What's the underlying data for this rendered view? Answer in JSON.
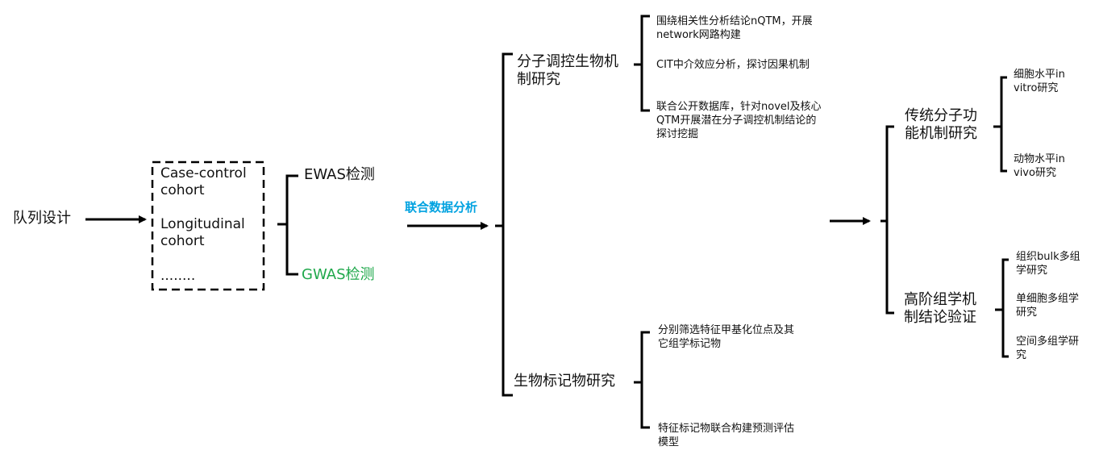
{
  "root": "队列设计",
  "cohort_box": {
    "items": [
      "Case-control\ncohort",
      "Longitudinal\ncohort",
      "........"
    ]
  },
  "detection": {
    "ewas": "EWAS检测",
    "gwas": "GWAS检测"
  },
  "arrow_label": "联合数据分析",
  "branches": {
    "molecular": {
      "title": "分子调控生物机\n制研究",
      "items": [
        "围绕相关性分析结论nQTM，开展\nnetwork网路构建",
        "CIT中介效应分析，探讨因果机制",
        "联合公开数据库，针对novel及核心\nQTM开展潜在分子调控机制结论的\n探讨挖掘"
      ]
    },
    "biomarker": {
      "title": "生物标记物研究",
      "items": [
        "分别筛选特征甲基化位点及其\n它组学标记物",
        "特征标记物联合构建预测评估\n模型"
      ]
    }
  },
  "validation": {
    "traditional": {
      "title": "传统分子功\n能机制研究",
      "items": [
        "细胞水平in\nvitro研究",
        "动物水平in\nvivo研究"
      ]
    },
    "multiomics": {
      "title": "高阶组学机\n制结论验证",
      "items": [
        "组织bulk多组\n学研究",
        "单细胞多组学\n研究",
        "空间多组学研\n究"
      ]
    }
  },
  "colors": {
    "arrow_label": "#00a2e0",
    "gwas": "#1fa84b",
    "lines": "#000000"
  }
}
